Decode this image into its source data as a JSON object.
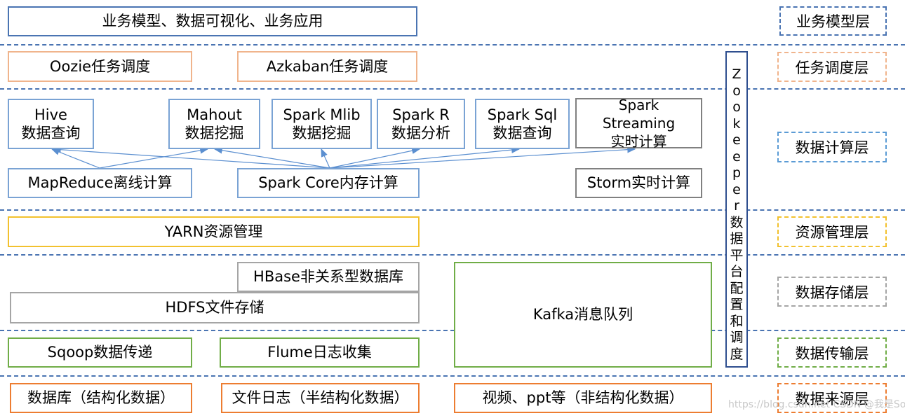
{
  "apps": {
    "top": "业务模型、数据可视化、业务应用"
  },
  "scheduling": {
    "oozie": "Oozie任务调度",
    "azkaban": "Azkaban任务调度"
  },
  "compute": {
    "hive": "Hive\n数据查询",
    "mahout": "Mahout\n数据挖掘",
    "spark_mlib": "Spark Mlib\n数据挖掘",
    "spark_r": "Spark R\n数据分析",
    "spark_sql": "Spark Sql\n数据查询",
    "spark_streaming": "Spark\nStreaming\n实时计算",
    "mapreduce": "MapReduce离线计算",
    "spark_core": "Spark Core内存计算",
    "storm": "Storm实时计算"
  },
  "resource": {
    "yarn": "YARN资源管理"
  },
  "storage": {
    "hbase": "HBase非关系型数据库",
    "hdfs": "HDFS文件存储",
    "kafka": "Kafka消息队列"
  },
  "transport": {
    "sqoop": "Sqoop数据传递",
    "flume": "Flume日志收集"
  },
  "sources": {
    "database": "数据库（结构化数据）",
    "file_log": "文件日志（半结构化数据）",
    "video": "视频、ppt等（非结构化数据）"
  },
  "zookeeper": {
    "chars": [
      "Z",
      "o",
      "o",
      "k",
      "e",
      "e",
      "p",
      "e",
      "r",
      "数",
      "据",
      "平",
      "台",
      "配",
      "置",
      "和",
      "调",
      "度"
    ]
  },
  "layers": {
    "business": "业务模型层",
    "scheduling": "任务调度层",
    "compute": "数据计算层",
    "resource": "资源管理层",
    "storage": "数据存储层",
    "transport": "数据传输层",
    "source": "数据来源层"
  },
  "watermark": "https://blog.csdn.net CSDN @我是Sol啊"
}
